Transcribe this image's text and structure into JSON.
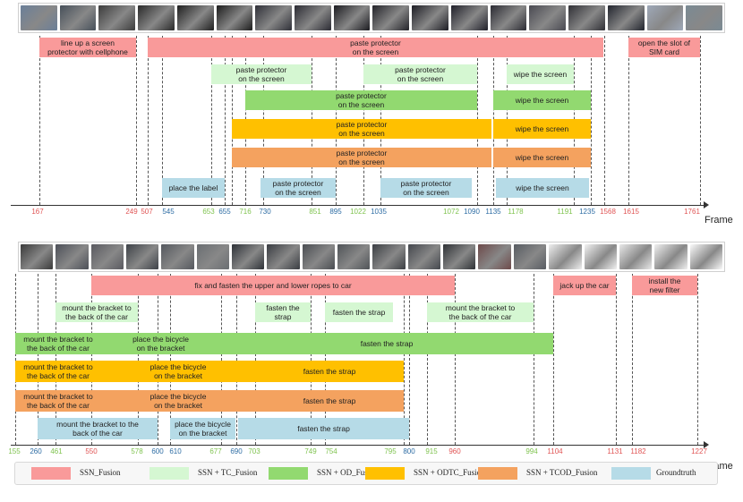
{
  "colors": {
    "ssn": "#f99a9a",
    "tc": "#d5f7d2",
    "od": "#92d970",
    "odtc": "#ffc000",
    "tcod": "#f4a25f",
    "gt": "#b6dbe7"
  },
  "tick_colors": {
    "ssn": "#e05555",
    "tc": "#7fc34f",
    "gt": "#2e6da4"
  },
  "axis_label": "Frame",
  "legend": [
    {
      "key": "ssn",
      "label": "SSN_Fusion"
    },
    {
      "key": "tc",
      "label": "SSN + TC_Fusion"
    },
    {
      "key": "od",
      "label": "SSN + OD_Fusion"
    },
    {
      "key": "odtc",
      "label": "SSN + ODTC_Fusion"
    },
    {
      "key": "tcod",
      "label": "SSN + TCOD_Fusion"
    },
    {
      "key": "gt",
      "label": "Groundtruth"
    }
  ],
  "panel1": {
    "frame_colors": [
      "#6a7f99",
      "#47505a",
      "#3c3c3c",
      "#2a2a2a",
      "#1f1f1f",
      "#1c1c1c",
      "#2f3038",
      "#2b2b33",
      "#1b1b20",
      "#232329",
      "#1d1d24",
      "#20202a",
      "#2b2b33",
      "#4a4a52",
      "#303036",
      "#22252e",
      "#9ea8b8",
      "#7a8a94"
    ],
    "ticks": [
      {
        "v": "167",
        "c": "ssn"
      },
      {
        "v": "249",
        "c": "ssn"
      },
      {
        "v": "507",
        "c": "ssn"
      },
      {
        "v": "545",
        "c": "gt"
      },
      {
        "v": "653",
        "c": "tc"
      },
      {
        "v": "655",
        "c": "gt"
      },
      {
        "v": "716",
        "c": "tc"
      },
      {
        "v": "730",
        "c": "gt"
      },
      {
        "v": "851",
        "c": "tc"
      },
      {
        "v": "895",
        "c": "gt"
      },
      {
        "v": "1022",
        "c": "tc"
      },
      {
        "v": "1035",
        "c": "gt"
      },
      {
        "v": "1072",
        "c": "tc"
      },
      {
        "v": "1090",
        "c": "gt"
      },
      {
        "v": "1135",
        "c": "gt"
      },
      {
        "v": "1178",
        "c": "tc"
      },
      {
        "v": "1191",
        "c": "tc"
      },
      {
        "v": "1235",
        "c": "gt"
      },
      {
        "v": "1568",
        "c": "ssn"
      },
      {
        "v": "1615",
        "c": "ssn"
      },
      {
        "v": "1761",
        "c": "ssn"
      }
    ],
    "segments": [
      {
        "row": "ssn",
        "text": "line up a screen\nprotector with cellphone"
      },
      {
        "row": "ssn",
        "text": "paste protector\non the screen"
      },
      {
        "row": "ssn",
        "text": "open the slot of\nSIM card"
      },
      {
        "row": "tc",
        "text": "paste protector\non the screen"
      },
      {
        "row": "tc",
        "text": "paste protector\non the screen"
      },
      {
        "row": "tc",
        "text": "wipe the screen"
      },
      {
        "row": "od",
        "text": "paste protector\non the screen"
      },
      {
        "row": "od",
        "text": "wipe the screen"
      },
      {
        "row": "odtc",
        "text": "paste protector\non the screen"
      },
      {
        "row": "odtc",
        "text": "wipe the screen"
      },
      {
        "row": "tcod",
        "text": "paste protector\non the screen"
      },
      {
        "row": "tcod",
        "text": "wipe the screen"
      },
      {
        "row": "gt",
        "text": "place the label"
      },
      {
        "row": "gt",
        "text": "paste protector\non the screen"
      },
      {
        "row": "gt",
        "text": "paste protector\non the screen"
      },
      {
        "row": "gt",
        "text": "wipe the screen"
      }
    ]
  },
  "panel2": {
    "frame_colors": [
      "#3a3a3a",
      "#4d5058",
      "#5a5a60",
      "#3e4248",
      "#55585e",
      "#6a6e72",
      "#2e3238",
      "#3a3d42",
      "#4a4d52",
      "#505458",
      "#3c3f44",
      "#45484e",
      "#2f3236",
      "#6d4a4a",
      "#585c62",
      "#eeeeee",
      "#f2f2f2",
      "#e8e8e8",
      "#f0f0f0",
      "#fafafa"
    ],
    "ticks": [
      {
        "v": "155",
        "c": "tc"
      },
      {
        "v": "260",
        "c": "gt"
      },
      {
        "v": "461",
        "c": "tc"
      },
      {
        "v": "550",
        "c": "ssn"
      },
      {
        "v": "578",
        "c": "tc"
      },
      {
        "v": "600",
        "c": "gt"
      },
      {
        "v": "610",
        "c": "gt"
      },
      {
        "v": "677",
        "c": "tc"
      },
      {
        "v": "690",
        "c": "gt"
      },
      {
        "v": "703",
        "c": "tc"
      },
      {
        "v": "749",
        "c": "tc"
      },
      {
        "v": "754",
        "c": "tc"
      },
      {
        "v": "795",
        "c": "tc"
      },
      {
        "v": "800",
        "c": "gt"
      },
      {
        "v": "915",
        "c": "tc"
      },
      {
        "v": "960",
        "c": "ssn"
      },
      {
        "v": "994",
        "c": "tc"
      },
      {
        "v": "1104",
        "c": "ssn"
      },
      {
        "v": "1131",
        "c": "ssn"
      },
      {
        "v": "1182",
        "c": "ssn"
      },
      {
        "v": "1227",
        "c": "ssn"
      }
    ],
    "segments": [
      {
        "row": "ssn",
        "text": "fix and fasten the upper and lower ropes to car"
      },
      {
        "row": "ssn",
        "text": "jack up the car"
      },
      {
        "row": "ssn",
        "text": "install the\nnew filter"
      },
      {
        "row": "tc",
        "text": "mount the bracket to\nthe back of the car"
      },
      {
        "row": "tc",
        "text": "fasten the strap"
      },
      {
        "row": "tc",
        "text": "fasten the strap"
      },
      {
        "row": "tc",
        "text": "mount the bracket to\nthe back of the car"
      },
      {
        "row": "od",
        "text": "mount the bracket to\nthe back of the car"
      },
      {
        "row": "od",
        "text": "place the bicycle\non the bracket"
      },
      {
        "row": "od",
        "text": "fasten the strap"
      },
      {
        "row": "odtc",
        "text": "mount the bracket to\nthe back of the car"
      },
      {
        "row": "odtc",
        "text": "place the bicycle\non the bracket"
      },
      {
        "row": "odtc",
        "text": "fasten the strap"
      },
      {
        "row": "tcod",
        "text": "mount the bracket to\nthe back of the car"
      },
      {
        "row": "tcod",
        "text": "place the bicycle\non the bracket"
      },
      {
        "row": "tcod",
        "text": "fasten the strap"
      },
      {
        "row": "gt",
        "text": "mount the bracket to the\nback of the car"
      },
      {
        "row": "gt",
        "text": "place the bicycle\non the bracket"
      },
      {
        "row": "gt",
        "text": "fasten the strap"
      }
    ]
  }
}
